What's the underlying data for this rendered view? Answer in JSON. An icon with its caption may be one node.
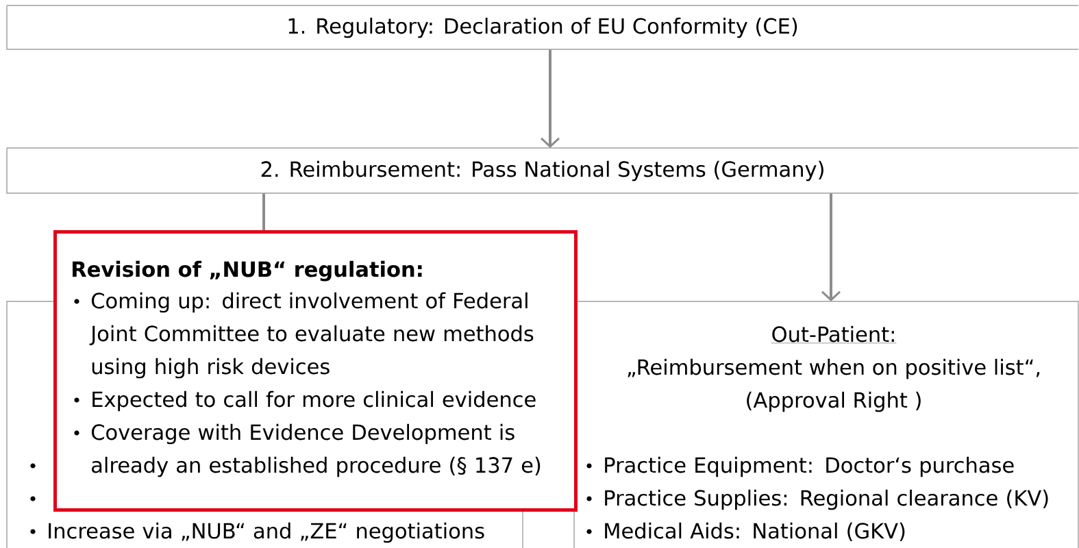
{
  "diagram": {
    "nodes": [
      {
        "text": [
          "1. Regulatory: Declaration of EU Conformity (CE)"
        ]
      },
      {
        "text": [
          "2. Reimbursement: Pass National Systems (Germany)"
        ]
      },
      {
        "text": [
          "Increase via „NUB“ and „ZE“ negotiations"
        ]
      },
      {
        "text": [
          "Out-Patient:",
          "„Reimbursement when on positive list“,",
          "(Approval Right )",
          "Practice Equipment: Doctor‘s purchase",
          "Practice Supplies: Regional clearance (KV)",
          "Medical Aids: National (GKV)"
        ]
      },
      {
        "text": [
          "Revision of „NUB“ regulation:",
          "Coming up: direct involvement of Federal Joint Committee to evaluate new methods using high risk devices",
          "Expected to call for more clinical evidence",
          "Coverage with Evidence Development is already an established procedure (§ 137 e)"
        ]
      }
    ],
    "edges": [
      {
        "from": 0,
        "to": 1,
        "arrow": "to"
      },
      {
        "from": 1,
        "to": 4,
        "arrow": "none"
      },
      {
        "from": 1,
        "to": 3,
        "arrow": "to"
      }
    ]
  }
}
